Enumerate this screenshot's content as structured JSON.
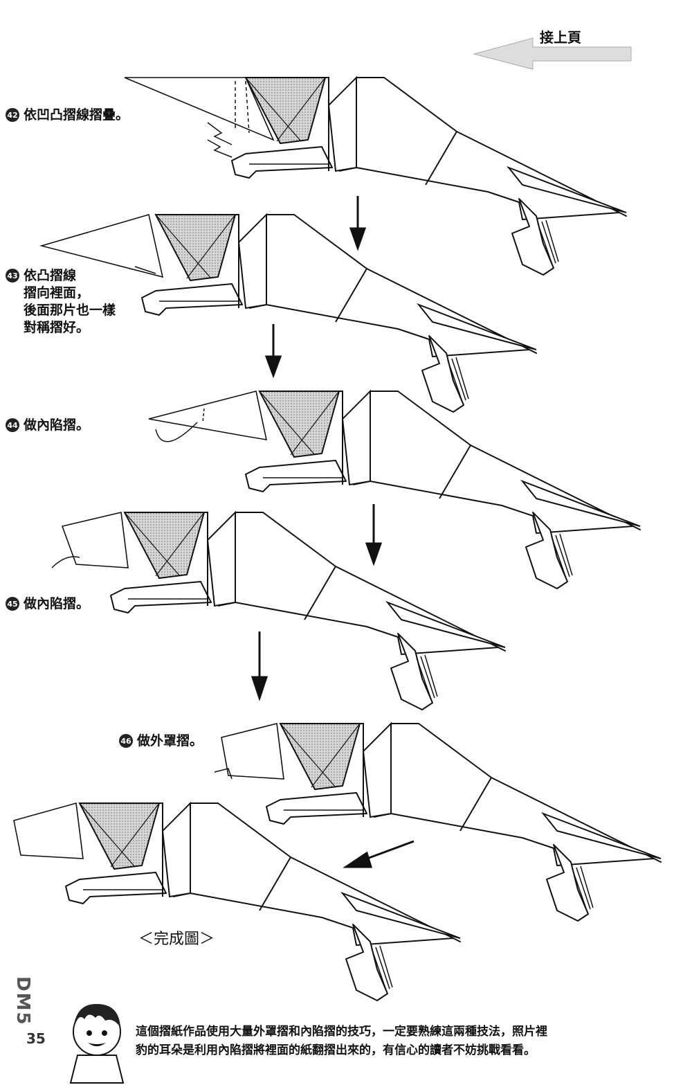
{
  "header": {
    "continue_label": "接上頁"
  },
  "steps": [
    {
      "num": "42",
      "lines": [
        "依凹凸摺線摺疊。"
      ]
    },
    {
      "num": "43",
      "lines": [
        "依凸摺線",
        "摺向裡面，",
        "後面那片也一樣",
        "對稱摺好。"
      ]
    },
    {
      "num": "44",
      "lines": [
        "做內陷摺。"
      ]
    },
    {
      "num": "45",
      "lines": [
        "做內陷摺。"
      ]
    },
    {
      "num": "46",
      "lines": [
        "做外罩摺。"
      ]
    }
  ],
  "finished_label": "＜完成圖＞",
  "footer": {
    "note_line1": "這個摺紙作品使用大量外罩摺和內陷摺的技巧，一定要熟練這兩種技法，照片裡",
    "note_line2": "豹的耳朵是利用內陷摺將裡面的紙翻摺出來的，有信心的讀者不妨挑戰看看。"
  },
  "page_number": "35",
  "watermark": "DM5",
  "colors": {
    "ink": "#111111",
    "shade": "#bdbdbd",
    "paper": "#ffffff"
  }
}
